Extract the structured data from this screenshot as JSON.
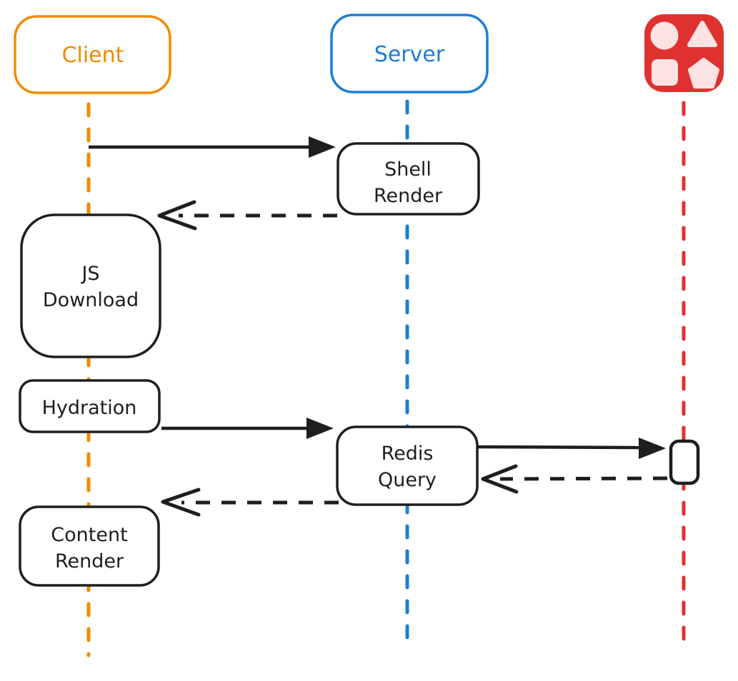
{
  "colors": {
    "client": "#f08c00",
    "server": "#1c7ed6",
    "redis": "#e03131",
    "redis_icon_shapes": "#fbe3e3",
    "ink": "#1e1e1e",
    "background": "#ffffff"
  },
  "actors": {
    "client": {
      "label": "Client"
    },
    "server": {
      "label": "Server"
    },
    "redis": {
      "icon": "shapes-icon"
    }
  },
  "nodes": {
    "shell_render": {
      "lines": [
        "Shell",
        "Render"
      ]
    },
    "js_download": {
      "lines": [
        "JS",
        "Download"
      ]
    },
    "hydration": {
      "lines": [
        "Hydration"
      ]
    },
    "redis_query": {
      "lines": [
        "Redis",
        "Query"
      ]
    },
    "content_render": {
      "lines": [
        "Content",
        "Render"
      ]
    }
  },
  "flows": [
    {
      "from": "client",
      "to": "shell_render",
      "style": "solid-arrow"
    },
    {
      "from": "shell_render",
      "to": "js_download",
      "style": "dashed-arrow"
    },
    {
      "from": "hydration",
      "to": "redis_query",
      "style": "solid-arrow"
    },
    {
      "from": "redis_query",
      "to": "redis",
      "style": "solid-arrow"
    },
    {
      "from": "redis",
      "to": "redis_query",
      "style": "dashed-arrow"
    },
    {
      "from": "redis_query",
      "to": "content_render",
      "style": "dashed-arrow"
    }
  ]
}
